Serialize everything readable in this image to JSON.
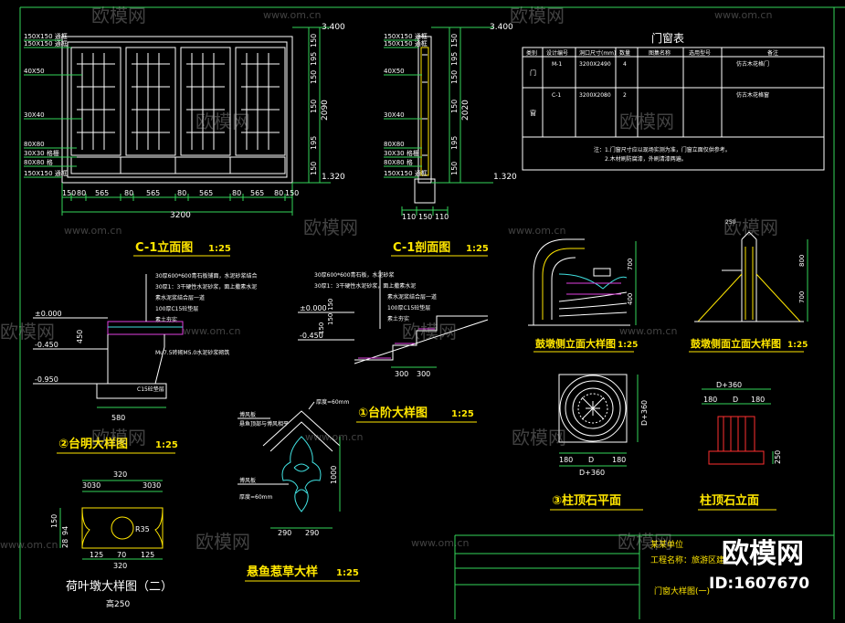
{
  "watermark": {
    "brand": "欧模网",
    "site": "www.om.cn",
    "id": "ID:1607670"
  },
  "colors": {
    "background": "#000000",
    "frame": "#33d65a",
    "title": "#ffe600",
    "text": "#ffffff"
  },
  "drawings": {
    "c1_elevation": {
      "title": "C-1立面图",
      "scale": "1:25",
      "left_labels": [
        "150X150 通框",
        "150X150 通框",
        "40X50",
        "30X40",
        "80X80",
        "30X30 格栅",
        "80X80 格",
        "150X150 通框"
      ],
      "right_dims": [
        "150",
        "195",
        "150",
        "2090",
        "150",
        "195",
        "150"
      ],
      "levels": [
        "3.400",
        "1.320"
      ],
      "bottom_dims": [
        "150",
        "80",
        "565",
        "80",
        "565",
        "80",
        "565",
        "80",
        "565",
        "80",
        "150"
      ],
      "total": "3200"
    },
    "c1_section": {
      "title": "C-1剖面图",
      "scale": "1:25",
      "left_labels": [
        "150X150 通框",
        "150X150 通框",
        "40X50",
        "30X40",
        "80X80",
        "30X30 格栅",
        "80X80 格",
        "150X150 通框"
      ],
      "right_dims": [
        "150",
        "195",
        "150",
        "2020",
        "150",
        "195",
        "150"
      ],
      "levels": [
        "3.400",
        "1.320"
      ],
      "bottom_dims": [
        "110",
        "150",
        "110"
      ]
    },
    "door_window_table": {
      "title": "门窗表",
      "headers": [
        "类别",
        "设计编号",
        "洞口尺寸(mm)",
        "数量",
        "图集名称",
        "选用型号",
        "备注"
      ],
      "rows": [
        {
          "type": "门",
          "code": "M-1",
          "size": "3200X2490",
          "qty": "4",
          "note": "仿古木花格门"
        },
        {
          "type": "窗",
          "code": "C-1",
          "size": "3200X2080",
          "qty": "2",
          "note": "仿古木花格窗"
        }
      ],
      "notes": [
        "注：1.门窗尺寸应以现场实测为准，门窗立面仅供参考。",
        "2.木材刷防腐漆，外刷清漆两遍。"
      ]
    },
    "platform_detail": {
      "title": "②台明大样图",
      "scale": "1:25",
      "levels": [
        "±0.000",
        "-0.450",
        "-0.950"
      ],
      "layers": [
        "30厚600*600青石板铺面，水泥砂浆结合",
        "30厚1：3干硬性水泥砂浆，面上撒素水泥",
        "素水泥浆结合层一道",
        "100厚C15砼垫层",
        "素土夯实"
      ],
      "wall": "Mu7.5砖砌M5.0水泥砂浆砌筑",
      "base": "C15砼垫层",
      "dims": [
        "450",
        "580"
      ]
    },
    "step_detail": {
      "title": "①台阶大样图",
      "scale": "1:25",
      "layers": [
        "30厚600*600青石板，水泥砂浆",
        "30厚1：3干硬性水泥砂浆，面上撒素水泥",
        "素水泥浆结合层一道",
        "100厚C15砼垫层",
        "素土夯实"
      ],
      "levels": [
        "±0.000",
        "-0.450"
      ],
      "dims": [
        "300",
        "300",
        "150",
        "150",
        "150"
      ]
    },
    "drum_front": {
      "title": "鼓墩侧立面大样图",
      "scale": "1:25",
      "dims": [
        "700",
        "400"
      ]
    },
    "drum_side": {
      "title": "鼓墩侧面立面大样图",
      "scale": "1:25",
      "dims": [
        "800",
        "700"
      ],
      "top": "250"
    },
    "column_plan": {
      "title": "③柱顶石平面",
      "dims": [
        "180",
        "D",
        "180",
        "D+360"
      ]
    },
    "column_elev": {
      "title": "柱顶石立面",
      "dims": [
        "D+360",
        "180",
        "D",
        "180",
        "250"
      ]
    },
    "lotus_pier": {
      "title": "荷叶墩大样图（二）",
      "sub": "高250",
      "top_dims": [
        "320",
        "30",
        "30",
        "30",
        "30"
      ],
      "side_dims": [
        "150",
        "94",
        "28"
      ],
      "radius": "R35",
      "bottom_dims": [
        "125",
        "70",
        "125"
      ],
      "total": "320"
    },
    "fish_ornament": {
      "title": "悬鱼惹草大样",
      "scale": "1:25",
      "labels": [
        "厚度=60mm",
        "博风板",
        "悬鱼顶部与博风相平",
        "博风板",
        "厚度=60mm"
      ],
      "dims": [
        "1000",
        "290",
        "290"
      ]
    },
    "title_block": {
      "project": "某某单位",
      "line2": "工程名称：旅游区建",
      "line3": "门窗大样图(一)"
    }
  }
}
